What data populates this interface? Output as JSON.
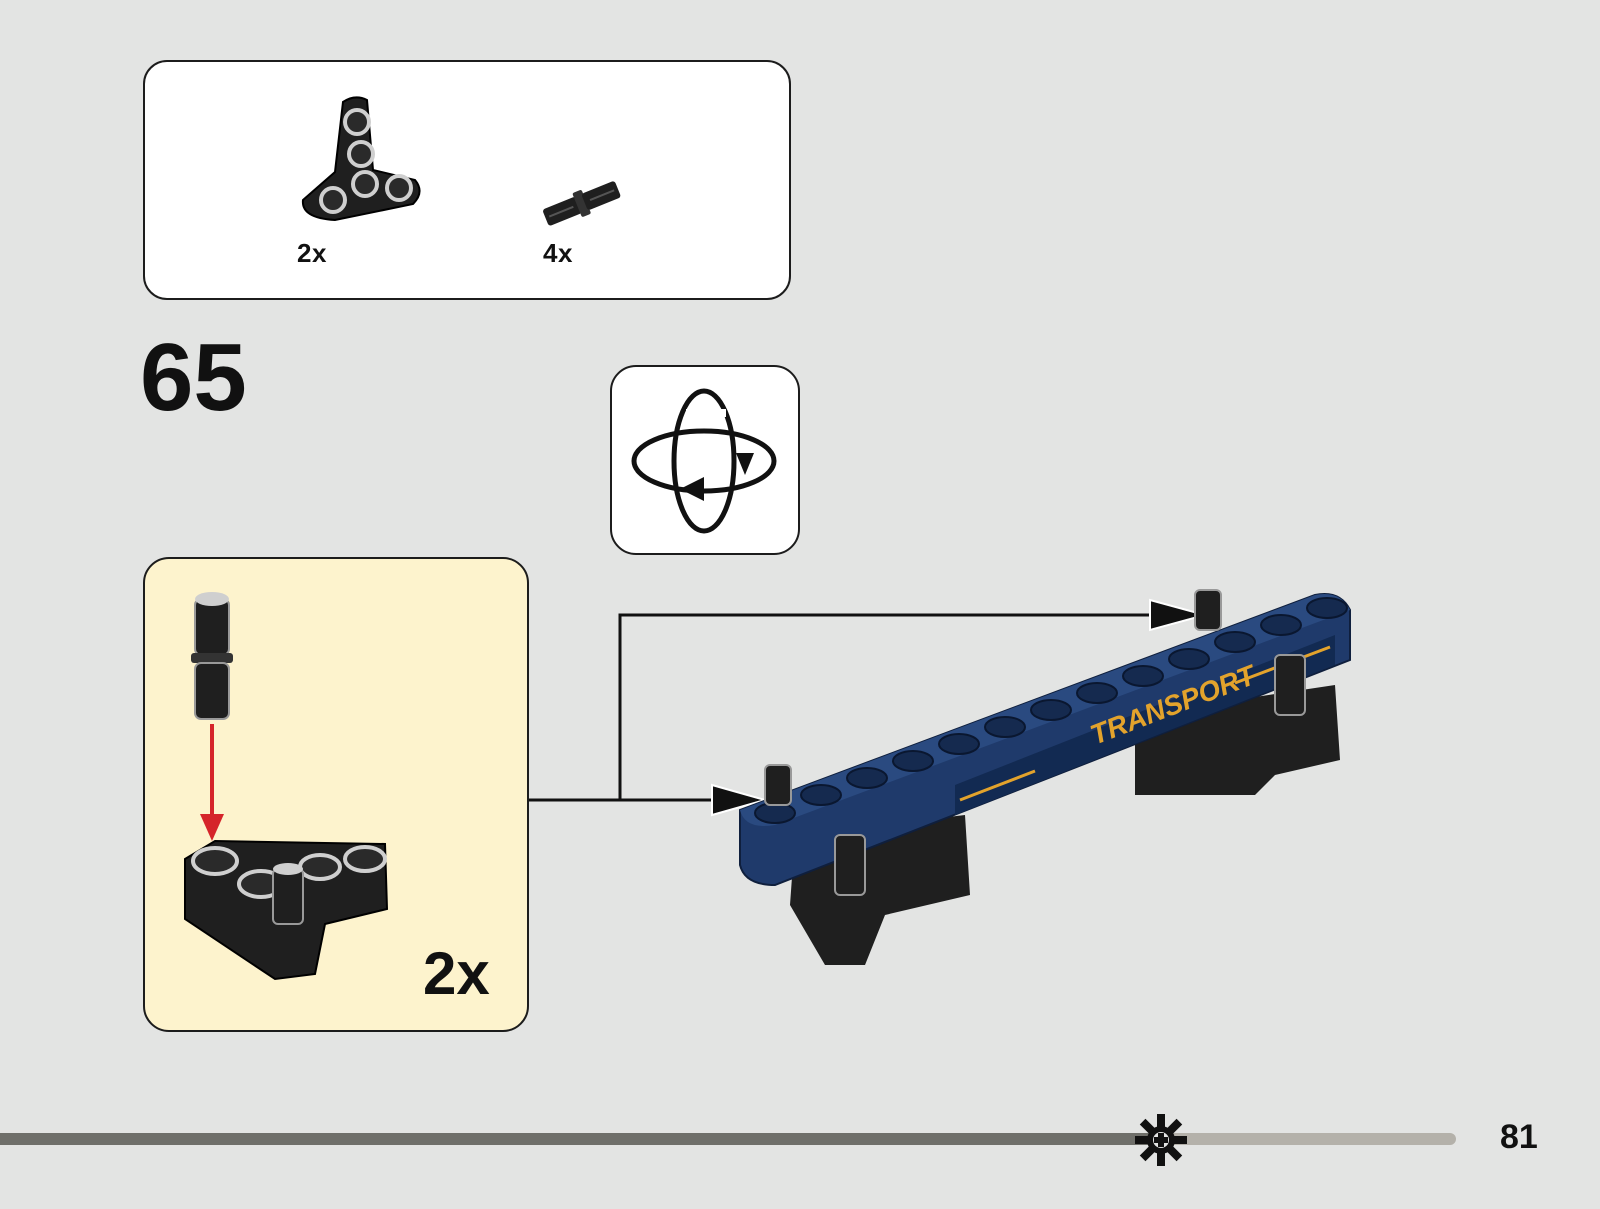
{
  "step": {
    "number": "65"
  },
  "parts": [
    {
      "name": "T-shaped liftarm",
      "icon": "t-liftarm-icon",
      "qty": "2x",
      "color": "#1f1f1f"
    },
    {
      "name": "Axle pin",
      "icon": "pin-icon",
      "qty": "4x",
      "color": "#1f1f1f"
    }
  ],
  "rotate": {
    "icon": "rotate-model-icon"
  },
  "subassembly": {
    "qty": "2x",
    "background": "#fdf3cd",
    "arrow_color": "#d5242a"
  },
  "beam": {
    "logo_text": "TRANSPORT",
    "color": "#1f3a6b",
    "accent": "#e3a32c"
  },
  "footer": {
    "page_number": "81",
    "icon": "gear-icon"
  }
}
